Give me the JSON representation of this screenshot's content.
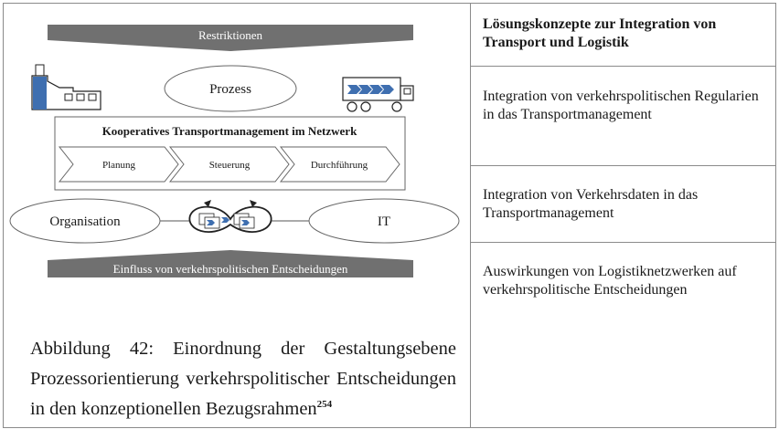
{
  "diagram": {
    "top_banner": "Restriktionen",
    "bottom_banner": "Einfluss von verkehrspolitischen Entscheidungen",
    "process_ellipse": "Prozess",
    "organisation_ellipse": "Organisation",
    "it_ellipse": "IT",
    "box_title": "Kooperatives Transportmanagement im Netzwerk",
    "steps": [
      "Planung",
      "Steuerung",
      "Durchführung"
    ]
  },
  "caption": {
    "text": "Abbildung 42: Einordnung der Gestaltungsebene Prozessorientierung verkehrspolitischer Entscheidungen in den konzeptionellen Bezugsrahmen",
    "footnote": "254"
  },
  "right_column": {
    "header": "Lösungskonzepte zur Integration von Transport und Logistik",
    "items": [
      "Integration von verkehrspolitischen Regularien in das Transportmanage­ment",
      "Integration von Verkehrsdaten in das Transportmanagement",
      "Auswirkungen von Logistiknetz­werken auf verkehrspolitische Ent­scheidungen"
    ]
  },
  "colors": {
    "banner": "#707070",
    "arrow_blue": "#3f6fb0",
    "border": "#8a8a8a"
  }
}
